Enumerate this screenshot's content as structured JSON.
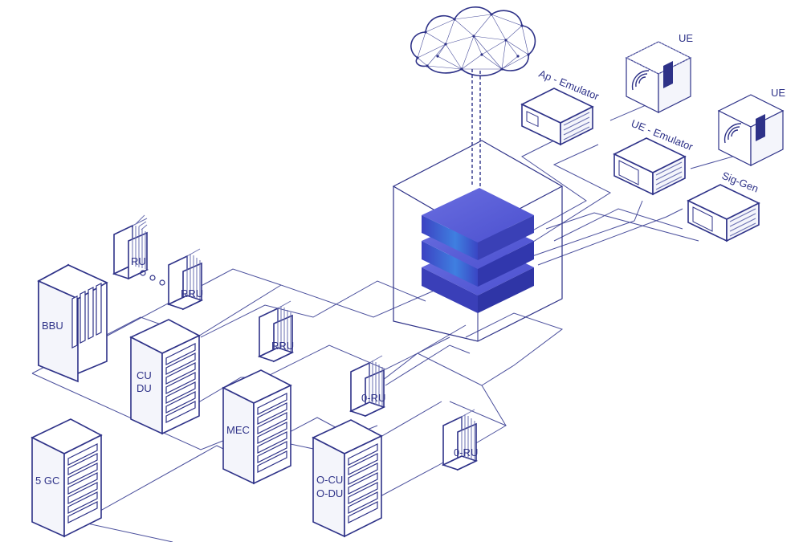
{
  "labels": {
    "bbu": "BBU",
    "cu_du": [
      "CU",
      "DU"
    ],
    "mec": "MEC",
    "five_gc": "5 GC",
    "o_cu_o_du": [
      "O-CU",
      "O-DU"
    ],
    "ru": "RU",
    "rru_1": "RRU",
    "rru_2": "RRU",
    "o_ru_1": "0-RU",
    "o_ru_2": "0-RU",
    "ap_emulator": "Ap - Emulator",
    "ue_emulator": "UE - Emulator",
    "sig_gen": "Sig-Gen",
    "ue_1": "UE",
    "ue_2": "UE"
  },
  "colors": {
    "line": "#2e3288",
    "stack_top": "#5b5fd6",
    "stack_mid": "#3f46c8",
    "stack_glow": "#3a8ee6"
  },
  "icons": [
    "cloud-mesh-icon",
    "server-stack-icon",
    "wifi-signal-icon",
    "phone-icon"
  ]
}
